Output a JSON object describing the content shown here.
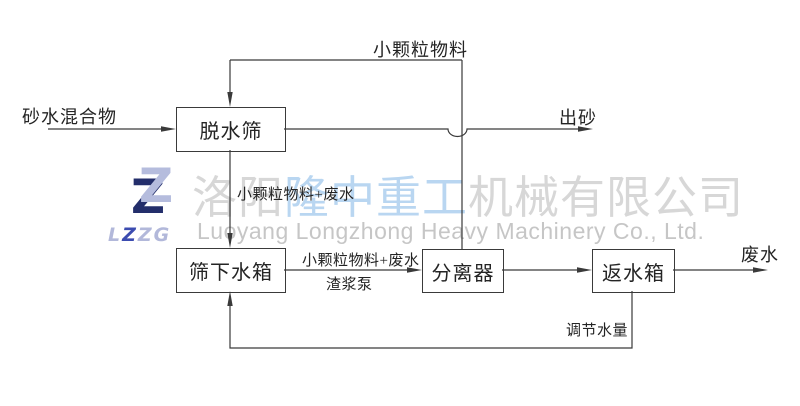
{
  "watermark": {
    "logo_monogram": "Z",
    "logo_chars": [
      "L",
      "Z",
      "Z",
      "G"
    ],
    "cn_left": "洛阳",
    "cn_blue": "隆中重工",
    "cn_right": "机械有限公司",
    "en": "Luoyang Longzhong Heavy Machinery Co., Ltd.",
    "colors": {
      "cn_gray": "#d7d7d7",
      "cn_blue": "#b9d6f1",
      "en_gray": "#c6c6c6",
      "logo_dark": "#232e6b",
      "logo_light": "#b5bcdd",
      "lzzg_light": "#b2b8da",
      "lzzg_dark": "#3c4cb0"
    }
  },
  "diagram": {
    "ink": "#3a3a3a",
    "nodes": {
      "dewatering_screen": "脱水筛",
      "under_screen_tank": "筛下水箱",
      "separator": "分离器",
      "return_tank": "返水箱"
    },
    "labels": {
      "input": "砂水混合物",
      "sand_out": "出砂",
      "fines_top": "小颗粒物料",
      "fines_waste_down": "小颗粒物料+废水",
      "fines_waste_mid": "小颗粒物料+废水",
      "slurry_pump": "渣浆泵",
      "waste_water": "废水",
      "adjust_water": "调节水量"
    }
  }
}
